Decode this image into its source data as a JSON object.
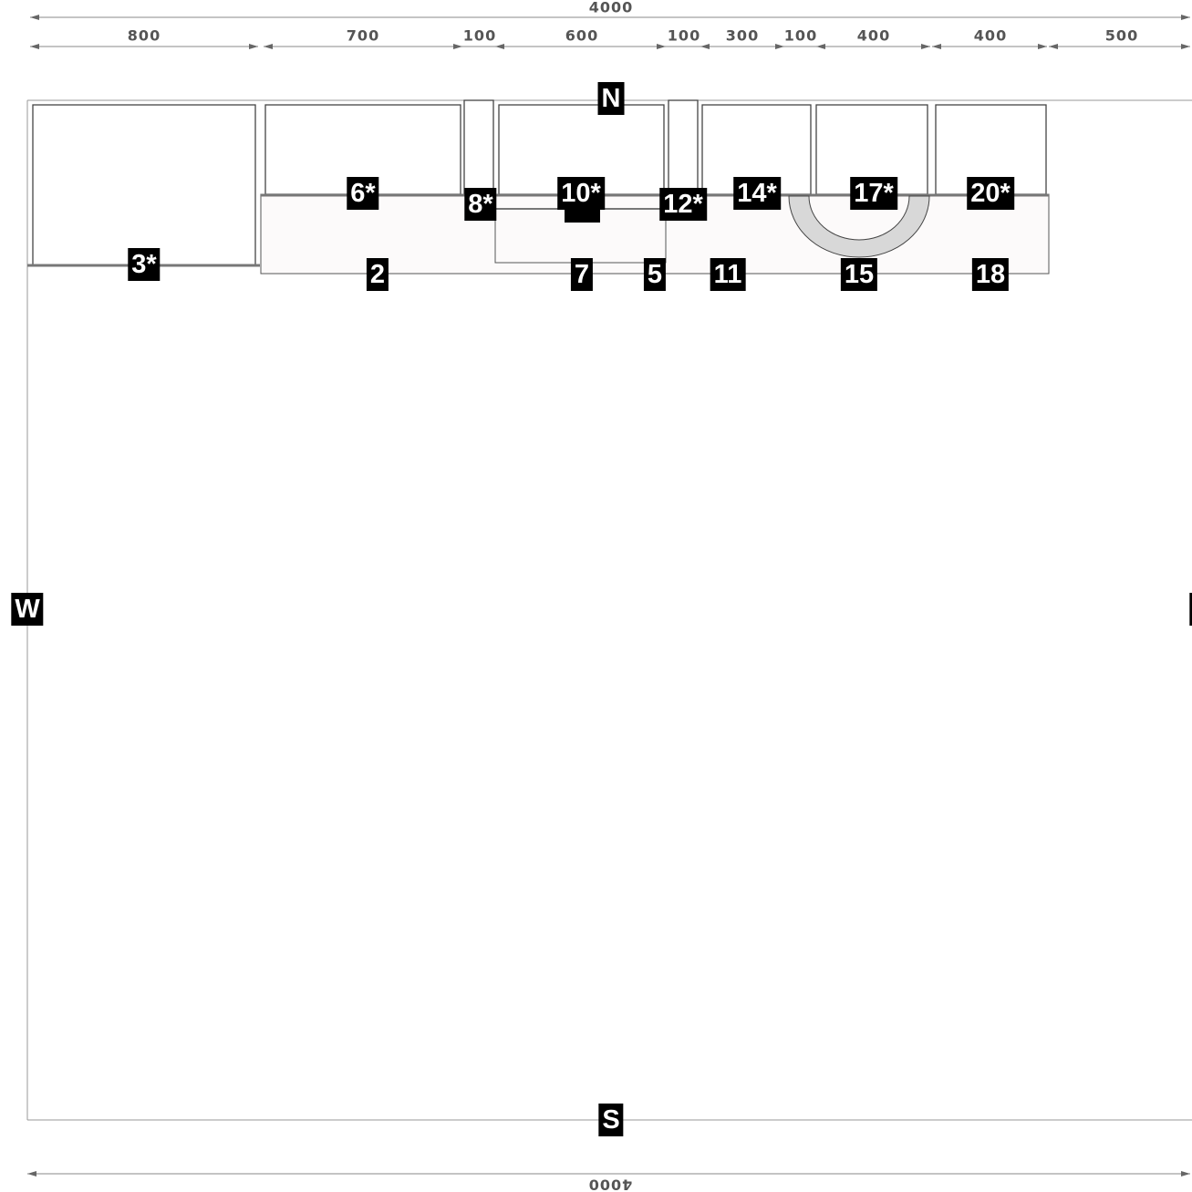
{
  "dimensions": {
    "overall_top": "4000",
    "overall_bottom": "4000",
    "segments": [
      "800",
      "700",
      "100",
      "600",
      "100",
      "300",
      "100",
      "400",
      "400",
      "500"
    ]
  },
  "compass": {
    "north": "N",
    "south": "S",
    "west": "W",
    "east": "E"
  },
  "wall_unit_labels": [
    "3*",
    "6*",
    "8*",
    "10*",
    "12*",
    "14*",
    "17*",
    "20*"
  ],
  "base_unit_labels": [
    "2",
    "7",
    "5",
    "11",
    "15",
    "18"
  ]
}
